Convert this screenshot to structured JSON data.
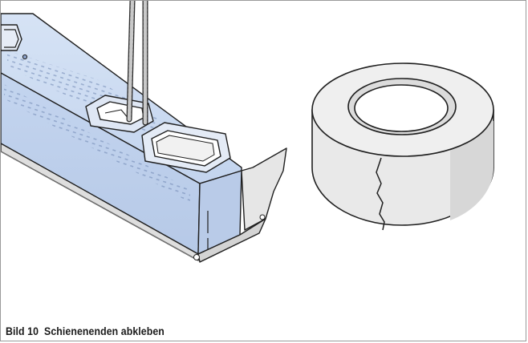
{
  "caption": {
    "figure_label": "Bild 10",
    "title": "Schienenenden abkleben"
  },
  "colors": {
    "rail_fill": "#c9d9f0",
    "rail_dark": "#aebfdd",
    "outline": "#1f1f1f",
    "tape_fill": "#e8e8e8",
    "tape_shadow": "#cfcfcf",
    "frame_border": "#9a9a9a"
  },
  "icons": [
    "rail-illustration",
    "tape-roll-illustration"
  ]
}
